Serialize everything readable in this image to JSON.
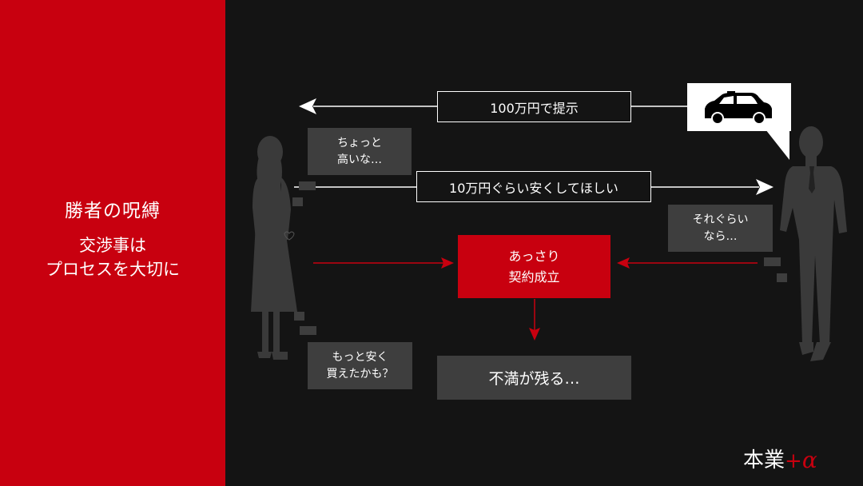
{
  "sidebar": {
    "title": "勝者の呪縛",
    "subtitle_lines": [
      "交渉事は",
      "プロセスを大切に"
    ]
  },
  "diagram": {
    "offer_label": "100万円で提示",
    "request_label": "10万円ぐらい安くしてほしい",
    "woman_thought_1": [
      "ちょっと",
      "高いな…"
    ],
    "seller_thought": [
      "それぐらい",
      "なら…"
    ],
    "deal_label": [
      "あっさり",
      "契約成立"
    ],
    "woman_thought_2": [
      "もっと安く",
      "買えたかも？"
    ],
    "result_label": "不満が残る…"
  },
  "logo": {
    "main": "本業",
    "plus": "+",
    "alpha": "α"
  },
  "colors": {
    "accent_red": "#c8000f",
    "background": "#141414",
    "bubble_gray": "#3e3e3e",
    "silhouette": "#3a3a3a"
  },
  "icons": [
    "taxi-icon",
    "woman-silhouette-icon",
    "businessman-silhouette-icon"
  ]
}
